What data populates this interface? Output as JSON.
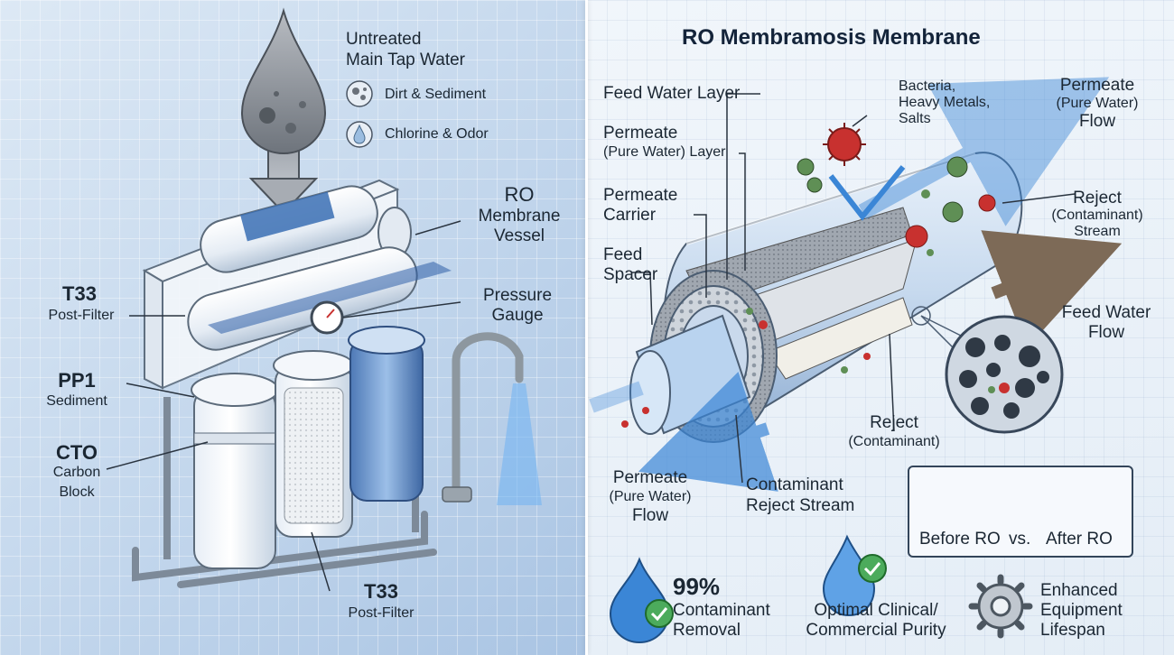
{
  "left": {
    "source": {
      "line1": "Untreated",
      "line2": "Main Tap Water"
    },
    "legend": [
      {
        "icon": "dirt-icon",
        "label": "Dirt & Sediment"
      },
      {
        "icon": "drop-icon",
        "label": "Chlorine & Odor"
      }
    ],
    "labels": {
      "ro_line1": "RO",
      "ro_line2": "Membrane",
      "ro_line3": "Vessel",
      "t33_top_line1": "T33",
      "t33_top_line2": "Post-Filter",
      "pressure_line1": "Pressure",
      "pressure_line2": "Gauge",
      "pp1_line1": "PP1",
      "pp1_line2": "Sediment",
      "cto_line1": "CTO",
      "cto_line2": "Carbon",
      "cto_line3": "Block",
      "t33_bottom_line1": "T33",
      "t33_bottom_line2": "Post-Filter"
    }
  },
  "right": {
    "title": "RO Membramosis Membrane",
    "labels": {
      "feed_water_layer": "Feed Water Layer",
      "permeate_layer_line1": "Permeate",
      "permeate_layer_line2": "(Pure Water) Layer",
      "permeate_carrier_line1": "Permeate",
      "permeate_carrier_line2": "Carrier",
      "feed_spacer_line1": "Feed",
      "feed_spacer_line2": "Spacer",
      "bacteria_line1": "Bacteria,",
      "bacteria_line2": "Heavy Metals,",
      "bacteria_line3": "Salts",
      "permeate_flow_tr_line1": "Permeate",
      "permeate_flow_tr_line2": "(Pure Water)",
      "permeate_flow_tr_line3": "Flow",
      "reject_stream_line1": "Reject",
      "reject_stream_line2": "(Contaminant)",
      "reject_stream_line3": "Stream",
      "feed_water_flow_line1": "Feed Water",
      "feed_water_flow_line2": "Flow",
      "reject_mid_line1": "Reject",
      "reject_mid_line2": "(Contaminant)",
      "permeate_flow_bl_line1": "Permeate",
      "permeate_flow_bl_line2": "(Pure Water)",
      "permeate_flow_bl_line3": "Flow",
      "contaminant_reject_line1": "Contaminant",
      "contaminant_reject_line2": "Reject Stream"
    },
    "comparison": {
      "before": "Before RO",
      "vs": "vs.",
      "after": "After RO"
    },
    "benefits": [
      {
        "icon": "water-drop-check-icon",
        "headline": "99%",
        "line1": "Contaminant",
        "line2": "Removal"
      },
      {
        "icon": "purity-drop-check-icon",
        "line1": "Optimal Clinical/",
        "line2": "Commercial Purity"
      },
      {
        "icon": "gear-icon",
        "line1": "Enhanced",
        "line2": "Equipment",
        "line3": "Lifespan"
      }
    ]
  },
  "colors": {
    "accent_blue": "#3b86d6",
    "contaminant_red": "#c8312f",
    "contaminant_green": "#5f8f55",
    "arrow_brown": "#7d6a57"
  }
}
